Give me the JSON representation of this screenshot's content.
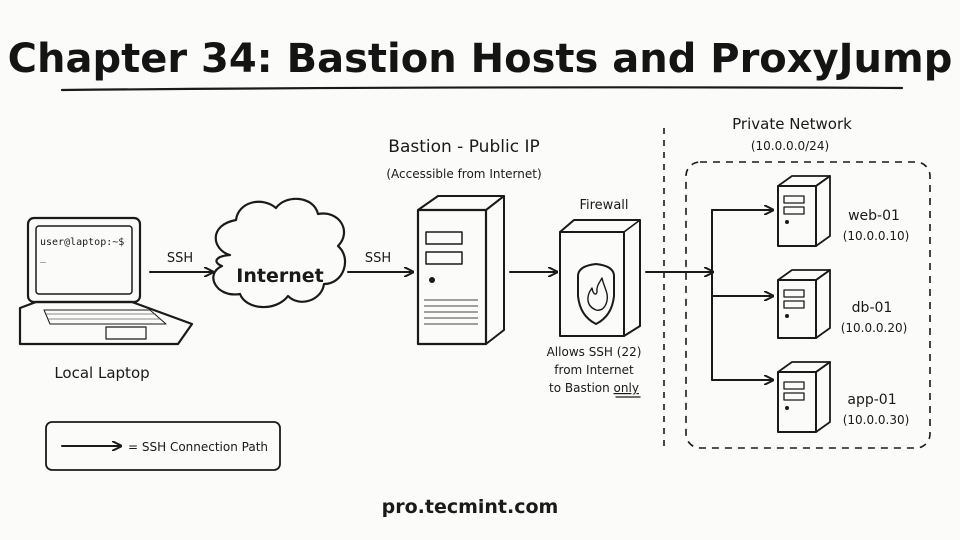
{
  "title": "Chapter 34: Bastion Hosts and ProxyJump",
  "laptop": {
    "terminal_prompt": "user@laptop:~$",
    "terminal_cursor": "_",
    "label": "Local Laptop"
  },
  "edges": {
    "laptop_to_internet": "SSH",
    "internet_to_bastion": "SSH"
  },
  "internet": {
    "label": "Internet"
  },
  "bastion": {
    "title": "Bastion - Public IP",
    "subtitle": "(Accessible from Internet)"
  },
  "firewall": {
    "label": "Firewall",
    "note_line1": "Allows SSH (22)",
    "note_line2": "from Internet",
    "note_line3_prefix": "to Bastion ",
    "note_line3_emph": "only"
  },
  "private_network": {
    "title": "Private Network",
    "cidr": "(10.0.0.0/24)",
    "hosts": [
      {
        "name": "web-01",
        "ip": "(10.0.0.10)"
      },
      {
        "name": "db-01",
        "ip": "(10.0.0.20)"
      },
      {
        "name": "app-01",
        "ip": "(10.0.0.30)"
      }
    ]
  },
  "legend": {
    "label": "= SSH Connection Path"
  },
  "footer": "pro.tecmint.com"
}
